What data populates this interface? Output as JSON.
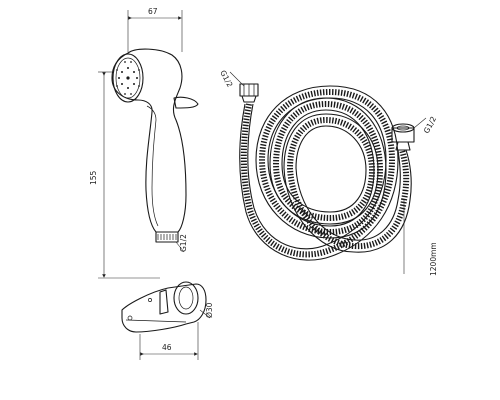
{
  "labels": {
    "width_67": "67",
    "height_155": "155",
    "thread_sprayer": "G1/2",
    "thread_hose_top": "G1/2",
    "thread_hose_right": "G1/2",
    "hose_length": "1200mm",
    "holder_dia": "Ø30",
    "holder_width": "46"
  },
  "icons": [
    "hand-shower-sprayer",
    "flexible-hose",
    "wall-holder-bracket"
  ]
}
